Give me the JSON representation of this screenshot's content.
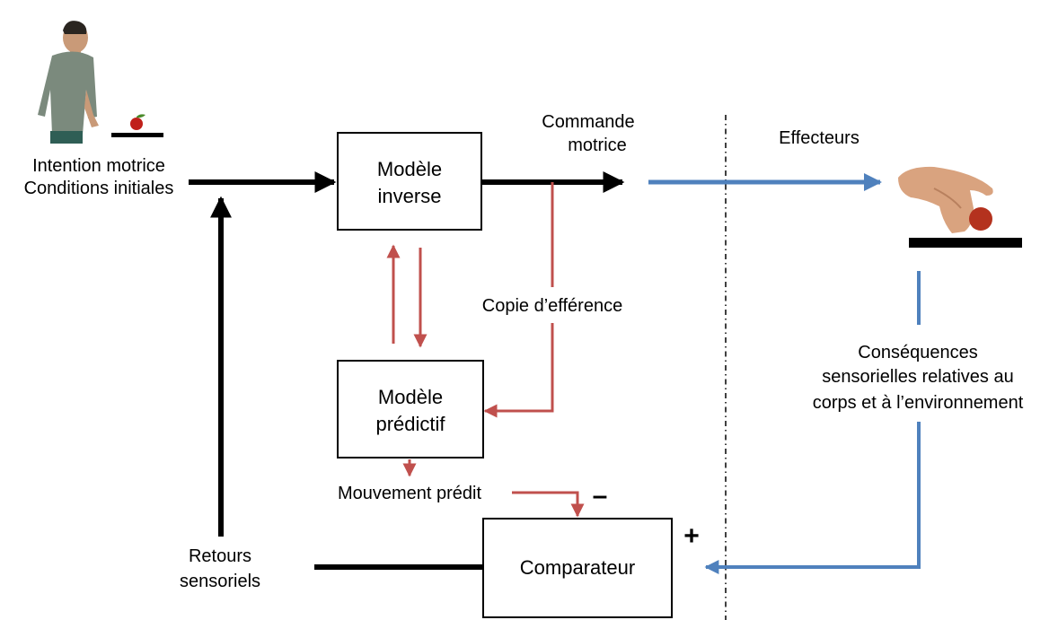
{
  "labels": {
    "intention_line1": "Intention motrice",
    "intention_line2": "Conditions initiales",
    "commande_line1": "Commande",
    "commande_line2": "motrice",
    "effecteurs": "Effecteurs",
    "copie_efference": "Copie d’efférence",
    "consequences_line1": "Conséquences",
    "consequences_line2": "sensorielles  relatives au",
    "consequences_line3": "corps et à l’environnement",
    "mouvement_predit": "Mouvement  prédit",
    "retours_line1": "Retours",
    "retours_line2": "sensoriels",
    "minus_sign": "–",
    "plus_sign": "+"
  },
  "boxes": {
    "inverse_line1": "Modèle",
    "inverse_line2": "inverse",
    "predictif_line1": "Modèle",
    "predictif_line2": "prédictif",
    "comparateur": "Comparateur"
  },
  "colors": {
    "black": "#000000",
    "red": "#c0504d",
    "blue": "#4f81bd",
    "skin": "#d9a37f",
    "apple": "#c0201a",
    "shirt": "#7b8a7d",
    "pants": "#2f5e55"
  },
  "icons": {
    "person": "person-icon",
    "apple": "apple-icon",
    "hand": "hand-icon"
  }
}
